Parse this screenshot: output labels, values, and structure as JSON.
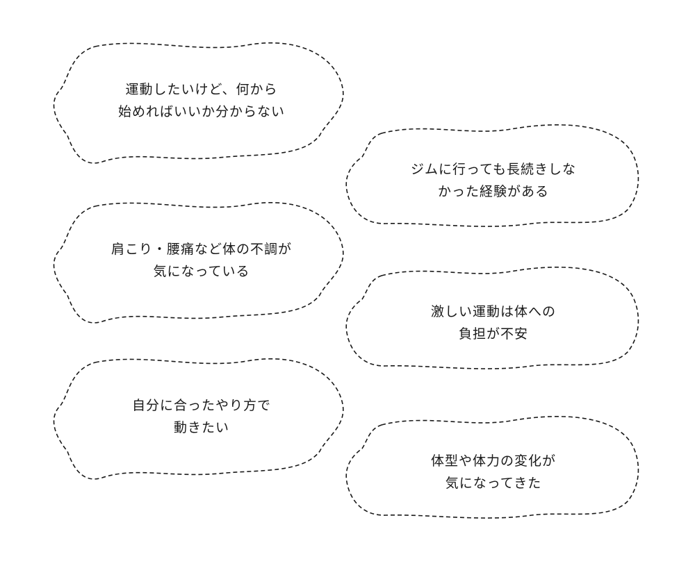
{
  "concerns": [
    {
      "line1": "運動したいけど、何から",
      "line2": "始めればいいか分からない"
    },
    {
      "line1": "ジムに行っても長続きしな",
      "line2": "かった経験がある"
    },
    {
      "line1": "肩こり・腰痛など体の不調が",
      "line2": "気になっている"
    },
    {
      "line1": "激しい運動は体への",
      "line2": "負担が不安"
    },
    {
      "line1": "自分に合ったやり方で",
      "line2": "動きたい"
    },
    {
      "line1": "体型や体力の変化が",
      "line2": "気になってきた"
    }
  ]
}
